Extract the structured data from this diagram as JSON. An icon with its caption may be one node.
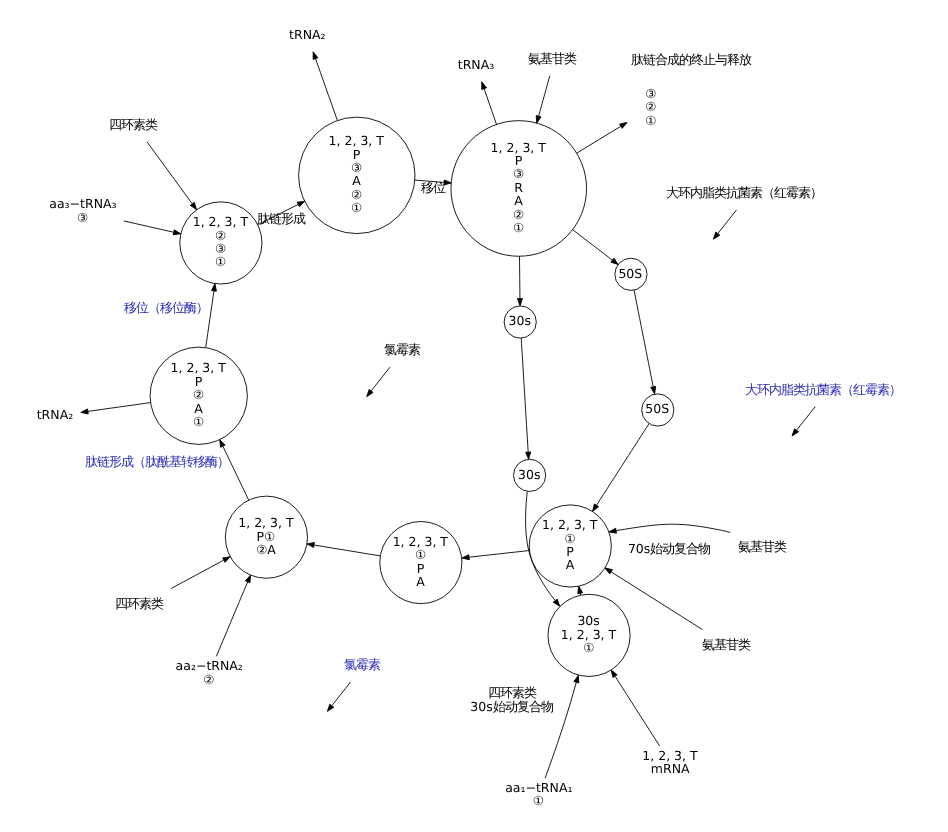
{
  "diagram": {
    "nodes": [
      {
        "text": [
          "③",
          "②",
          "①"
        ],
        "beside": [
          "肽链合成的终止与释放"
        ]
      },
      {
        "text": [
          "30s"
        ]
      },
      {
        "text": [
          "aa₁−tRNA₁",
          "①"
        ]
      },
      {
        "text": [
          "30s"
        ]
      },
      {
        "text": [
          "1, 2, 3, T",
          "mRNA"
        ]
      },
      {
        "text": [
          "30s",
          "1, 2, 3, T",
          "①"
        ],
        "beside": [
          "四环素类",
          "30s始动复合物"
        ]
      },
      {
        "text": [
          "氨基苷类"
        ]
      },
      {
        "text": [
          "1, 2, 3, T",
          "①",
          "P",
          "A"
        ],
        "beside": [
          "70s始动复合物"
        ]
      },
      {
        "text": [
          "氨基苷类"
        ]
      },
      {
        "text": [
          "1, 2, 3, T",
          "P",
          "③",
          "R",
          "A",
          "②",
          "①"
        ]
      },
      {
        "text": [
          "50S"
        ]
      },
      {
        "text": [
          "50S"
        ]
      },
      {
        "text": [
          "tRNA₃"
        ]
      },
      {
        "text": [
          "氨基苷类"
        ]
      },
      {
        "text": [
          "大环内脂类抗菌素（红霉素）"
        ]
      },
      {
        "text": [
          "1, 2, 3, T",
          "P",
          "③",
          "A",
          "②",
          "①"
        ]
      },
      {
        "text": [
          "tRNA₂"
        ]
      },
      {
        "text": [
          "氯霉素"
        ]
      },
      {
        "text": [
          "1, 2, 3, T",
          "②",
          "③",
          "①"
        ]
      },
      {
        "text": [
          "四环素类"
        ]
      },
      {
        "text": [
          "aa₃−tRNA₃",
          "③"
        ]
      },
      {
        "text": [
          "1, 2, 3, T",
          "P",
          "②",
          "A",
          "①"
        ]
      },
      {
        "text": [
          "大环内脂类抗菌素（红霉素）"
        ]
      },
      {
        "text": [
          "tRNA₂"
        ]
      },
      {
        "text": [
          "aa₂−tRNA₂",
          "②"
        ]
      },
      {
        "text": [
          "1, 2, 3, T",
          "①",
          "P",
          "A"
        ]
      },
      {
        "text": [
          "1, 2, 3, T",
          "P①",
          "②A"
        ]
      },
      {
        "text": [
          "四环素类"
        ]
      },
      {
        "text": [
          "氯霉素"
        ]
      }
    ],
    "edges": [
      {
        "from": 9,
        "to": 0,
        "arrow": "to"
      },
      {
        "from": 9,
        "to": 1,
        "arrow": "to"
      },
      {
        "from": 9,
        "to": 10,
        "arrow": "to"
      },
      {
        "from": 9,
        "to": 12,
        "arrow": "to"
      },
      {
        "from": 13,
        "to": 9,
        "arrow": "to"
      },
      {
        "from": 1,
        "to": 3,
        "arrow": "to"
      },
      {
        "from": 3,
        "to": 5,
        "arrow": "to"
      },
      {
        "from": 4,
        "to": 5,
        "arrow": "to"
      },
      {
        "from": 2,
        "to": 5,
        "arrow": "to"
      },
      {
        "from": 10,
        "to": 11,
        "arrow": "to"
      },
      {
        "from": 11,
        "to": 7,
        "arrow": "to"
      },
      {
        "from": 5,
        "to": 7,
        "arrow": "to"
      },
      {
        "from": 6,
        "to": 7,
        "arrow": "to"
      },
      {
        "from": 8,
        "to": 7,
        "arrow": "to"
      },
      {
        "from": 7,
        "to": 25,
        "arrow": "to"
      },
      {
        "from": 25,
        "to": 26,
        "arrow": "to"
      },
      {
        "from": 24,
        "to": 26,
        "arrow": "to"
      },
      {
        "from": 26,
        "to": 21,
        "arrow": "to",
        "label": "肽链形成（肽酰基转移酶）"
      },
      {
        "from": 28,
        "to": null,
        "arrow": "to"
      },
      {
        "from": 27,
        "to": 26,
        "arrow": "to"
      },
      {
        "from": 21,
        "to": 23,
        "arrow": "to"
      },
      {
        "from": 21,
        "to": 18,
        "arrow": "to",
        "label": "移位（移位酶）"
      },
      {
        "from": 20,
        "to": 18,
        "arrow": "to"
      },
      {
        "from": 22,
        "to": null,
        "arrow": "to"
      },
      {
        "from": 19,
        "to": 18,
        "arrow": "to"
      },
      {
        "from": 18,
        "to": 15,
        "arrow": "to",
        "label": "肽链形成"
      },
      {
        "from": 17,
        "to": null,
        "arrow": "to"
      },
      {
        "from": 15,
        "to": 16,
        "arrow": "to"
      },
      {
        "from": 15,
        "to": 9,
        "arrow": "to",
        "label": "移位"
      },
      {
        "from": 14,
        "to": null,
        "arrow": "to"
      }
    ]
  }
}
